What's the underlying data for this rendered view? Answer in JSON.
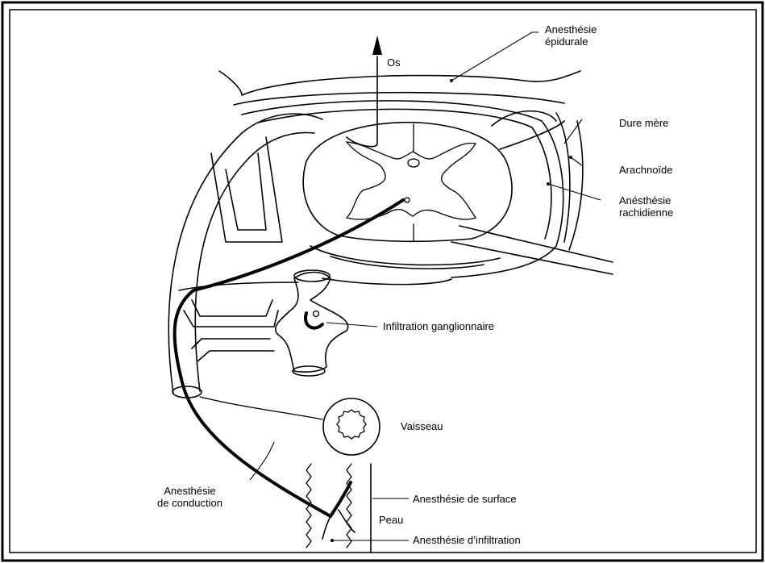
{
  "labels": {
    "os": "Os",
    "epidurale_1": "Anesthésie",
    "epidurale_2": "épidurale",
    "dure_mere": "Dure mère",
    "arachnoide": "Arachnoïde",
    "rachidienne_1": "Anésthésie",
    "rachidienne_2": "rachidienne",
    "ganglionnaire": "Infiltration ganglionnaire",
    "vaisseau": "Vaisseau",
    "conduction_1": "Anesthésie",
    "conduction_2": "de conduction",
    "surface": "Anesthésie de surface",
    "peau": "Peau",
    "infiltration": "Anesthésie d’infiltration"
  },
  "colors": {
    "ink": "#000000",
    "frame": "#000000",
    "background": "#ffffff"
  }
}
